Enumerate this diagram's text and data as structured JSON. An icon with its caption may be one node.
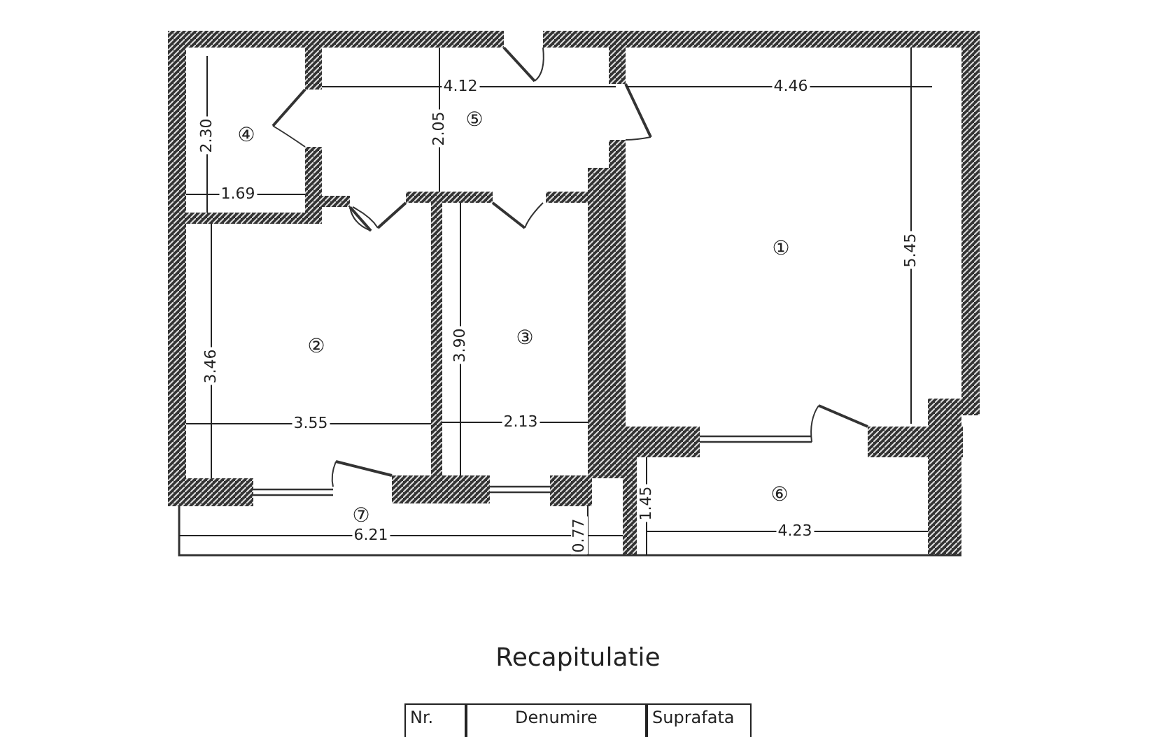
{
  "diagram": {
    "labels": [
      "4.12",
      "4.46",
      "2.30",
      "④",
      "2.05",
      "⑤",
      "1.69",
      "①",
      "5.45",
      "3.46",
      "②",
      "3.90",
      "③",
      "3.55",
      "2.13",
      "⑥",
      "1.45",
      "⑦",
      "6.21",
      "0.77",
      "4.23",
      "Recapitulatie",
      "Nr.",
      "Denumire",
      "Suprafata"
    ]
  }
}
